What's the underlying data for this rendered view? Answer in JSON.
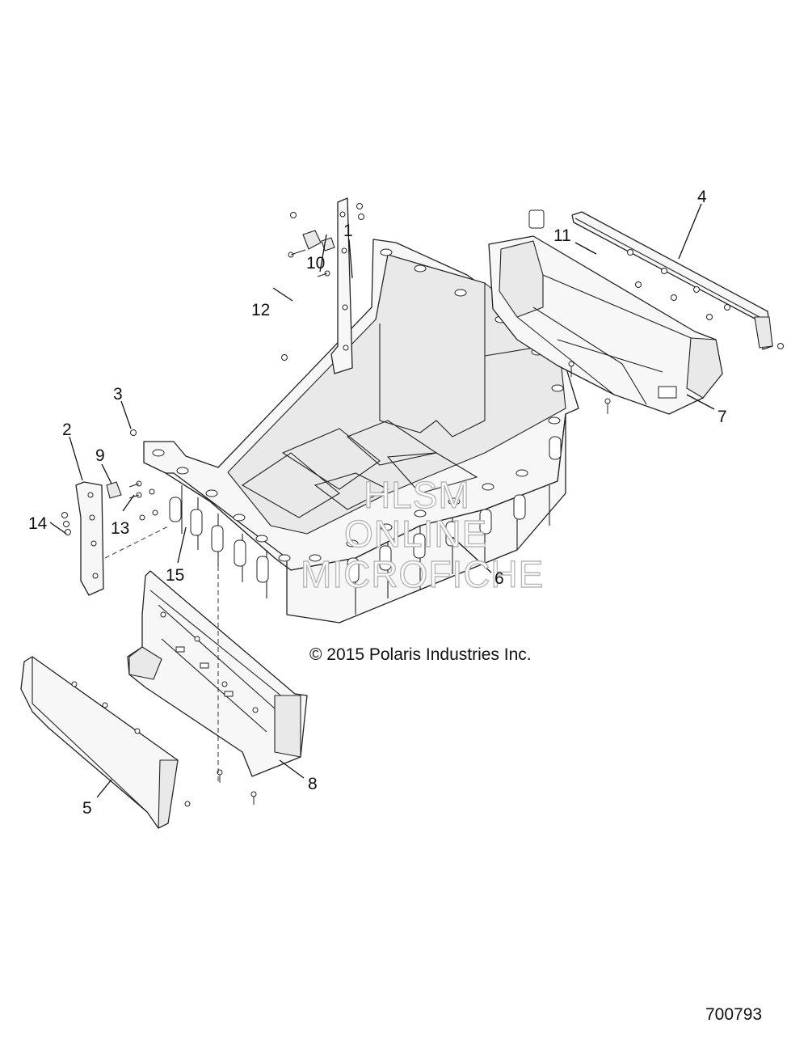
{
  "callouts": {
    "c1": "1",
    "c2": "2",
    "c3": "3",
    "c4": "4",
    "c5": "5",
    "c6": "6",
    "c7": "7",
    "c8": "8",
    "c9": "9",
    "c10": "10",
    "c11": "11",
    "c12": "12",
    "c13": "13",
    "c14": "14",
    "c15": "15"
  },
  "watermark": {
    "line1": "HLSM",
    "line2": "ONLINE",
    "line3": "MICROFICHE"
  },
  "copyright": "© 2015 Polaris Industries Inc.",
  "figure_number": "700793"
}
